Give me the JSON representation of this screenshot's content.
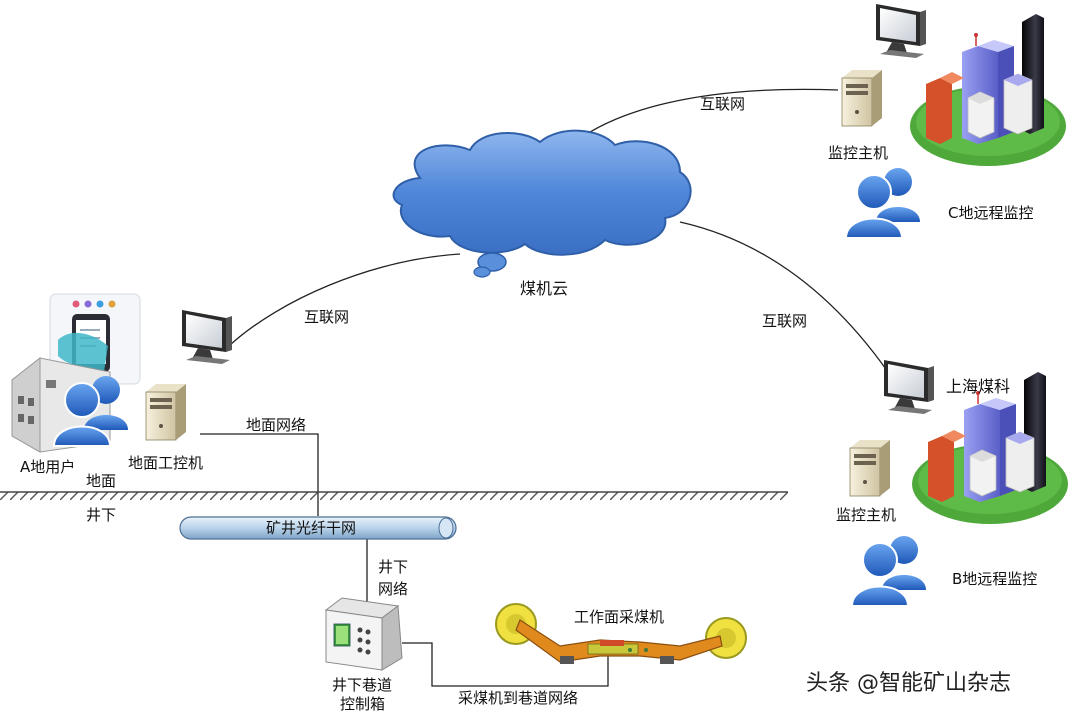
{
  "labels": {
    "cloud": "煤机云",
    "internet_left": "互联网",
    "internet_top": "互联网",
    "internet_right": "互联网",
    "monitor_host_c": "监控主机",
    "remote_c": "C地远程监控",
    "shanghai": "上海煤科",
    "monitor_host_b": "监控主机",
    "remote_b": "B地远程监控",
    "user_a": "A地用户",
    "surface_pc": "地面工控机",
    "surface_net": "地面网络",
    "surface": "地面",
    "underground": "井下",
    "backbone": "矿井光纤干网",
    "ug_net_1": "井下",
    "ug_net_2": "网络",
    "tunnel_box_1": "井下巷道",
    "tunnel_box_2": "控制箱",
    "shearer": "工作面采煤机",
    "shearer_net": "采煤机到巷道网络"
  },
  "watermark": "头条 @智能矿山杂志",
  "colors": {
    "cloud": "#4f86d8",
    "cloud_edge": "#2f5fa8",
    "users": "#2f6fd0",
    "backbone": "#b9d3ea",
    "ground": "#555555",
    "shearer": "#e08a1e",
    "tower_dark": "#1e1e28",
    "tower_purple": "#7b7fe0",
    "tower_red": "#d4512a",
    "grass": "#4ea83a"
  },
  "icons": [
    "cloud-icon",
    "monitor-icon",
    "server-icon",
    "users-icon",
    "building-icon",
    "city-icon",
    "phone-icon",
    "control-box-icon",
    "shearer-icon"
  ]
}
